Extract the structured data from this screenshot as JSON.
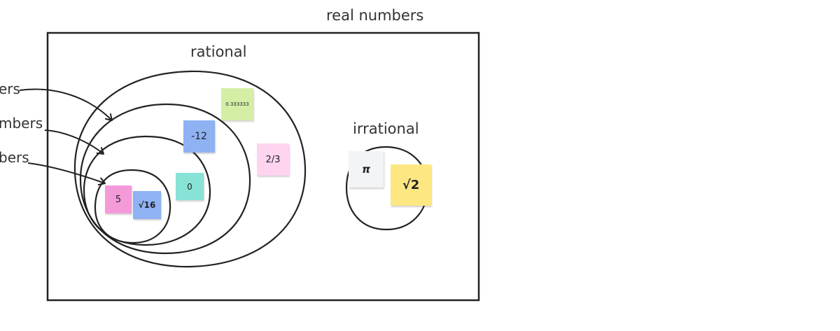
{
  "diagram": {
    "outer_label": "real numbers",
    "rational_label": "rational",
    "irrational_label": "irrational",
    "side_labels": [
      "ers",
      "mbers",
      "bers"
    ],
    "notes": {
      "decimal": {
        "text": "0.333333",
        "color": "#d5eea6"
      },
      "neg12": {
        "text": "-12",
        "color": "#8fb2f3"
      },
      "two_thirds": {
        "text": "2/3",
        "color": "#fed4ef"
      },
      "zero": {
        "text": "0",
        "color": "#88e2d5"
      },
      "five": {
        "text": "5",
        "color": "#f59ad9"
      },
      "sqrt16": {
        "text": "√16",
        "color": "#8fb2f3"
      },
      "pi": {
        "text": "π",
        "color": "#f3f4f6"
      },
      "sqrt2": {
        "text": "√2",
        "color": "#fde783"
      }
    }
  }
}
